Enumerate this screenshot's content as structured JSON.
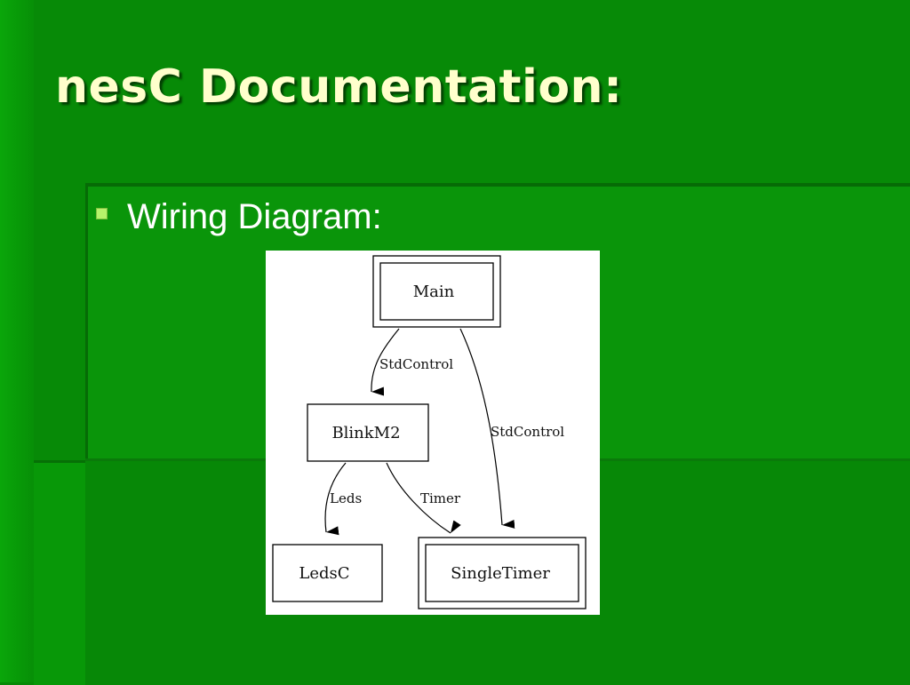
{
  "slide": {
    "title": "nesC Documentation:",
    "bullet": "Wiring Diagram:"
  },
  "colors": {
    "background": "#078a07",
    "title": "#ffffcc",
    "bullet_marker": "#b6f36b",
    "text": "#ffffff"
  },
  "diagram": {
    "nodes": {
      "main": "Main",
      "blinkm2": "BlinkM2",
      "ledsc": "LedsC",
      "singletimer": "SingleTimer"
    },
    "edges": {
      "main_blinkm2": "StdControl",
      "main_singletimer": "StdControl",
      "blinkm2_ledsc": "Leds",
      "blinkm2_singletimer": "Timer"
    }
  }
}
